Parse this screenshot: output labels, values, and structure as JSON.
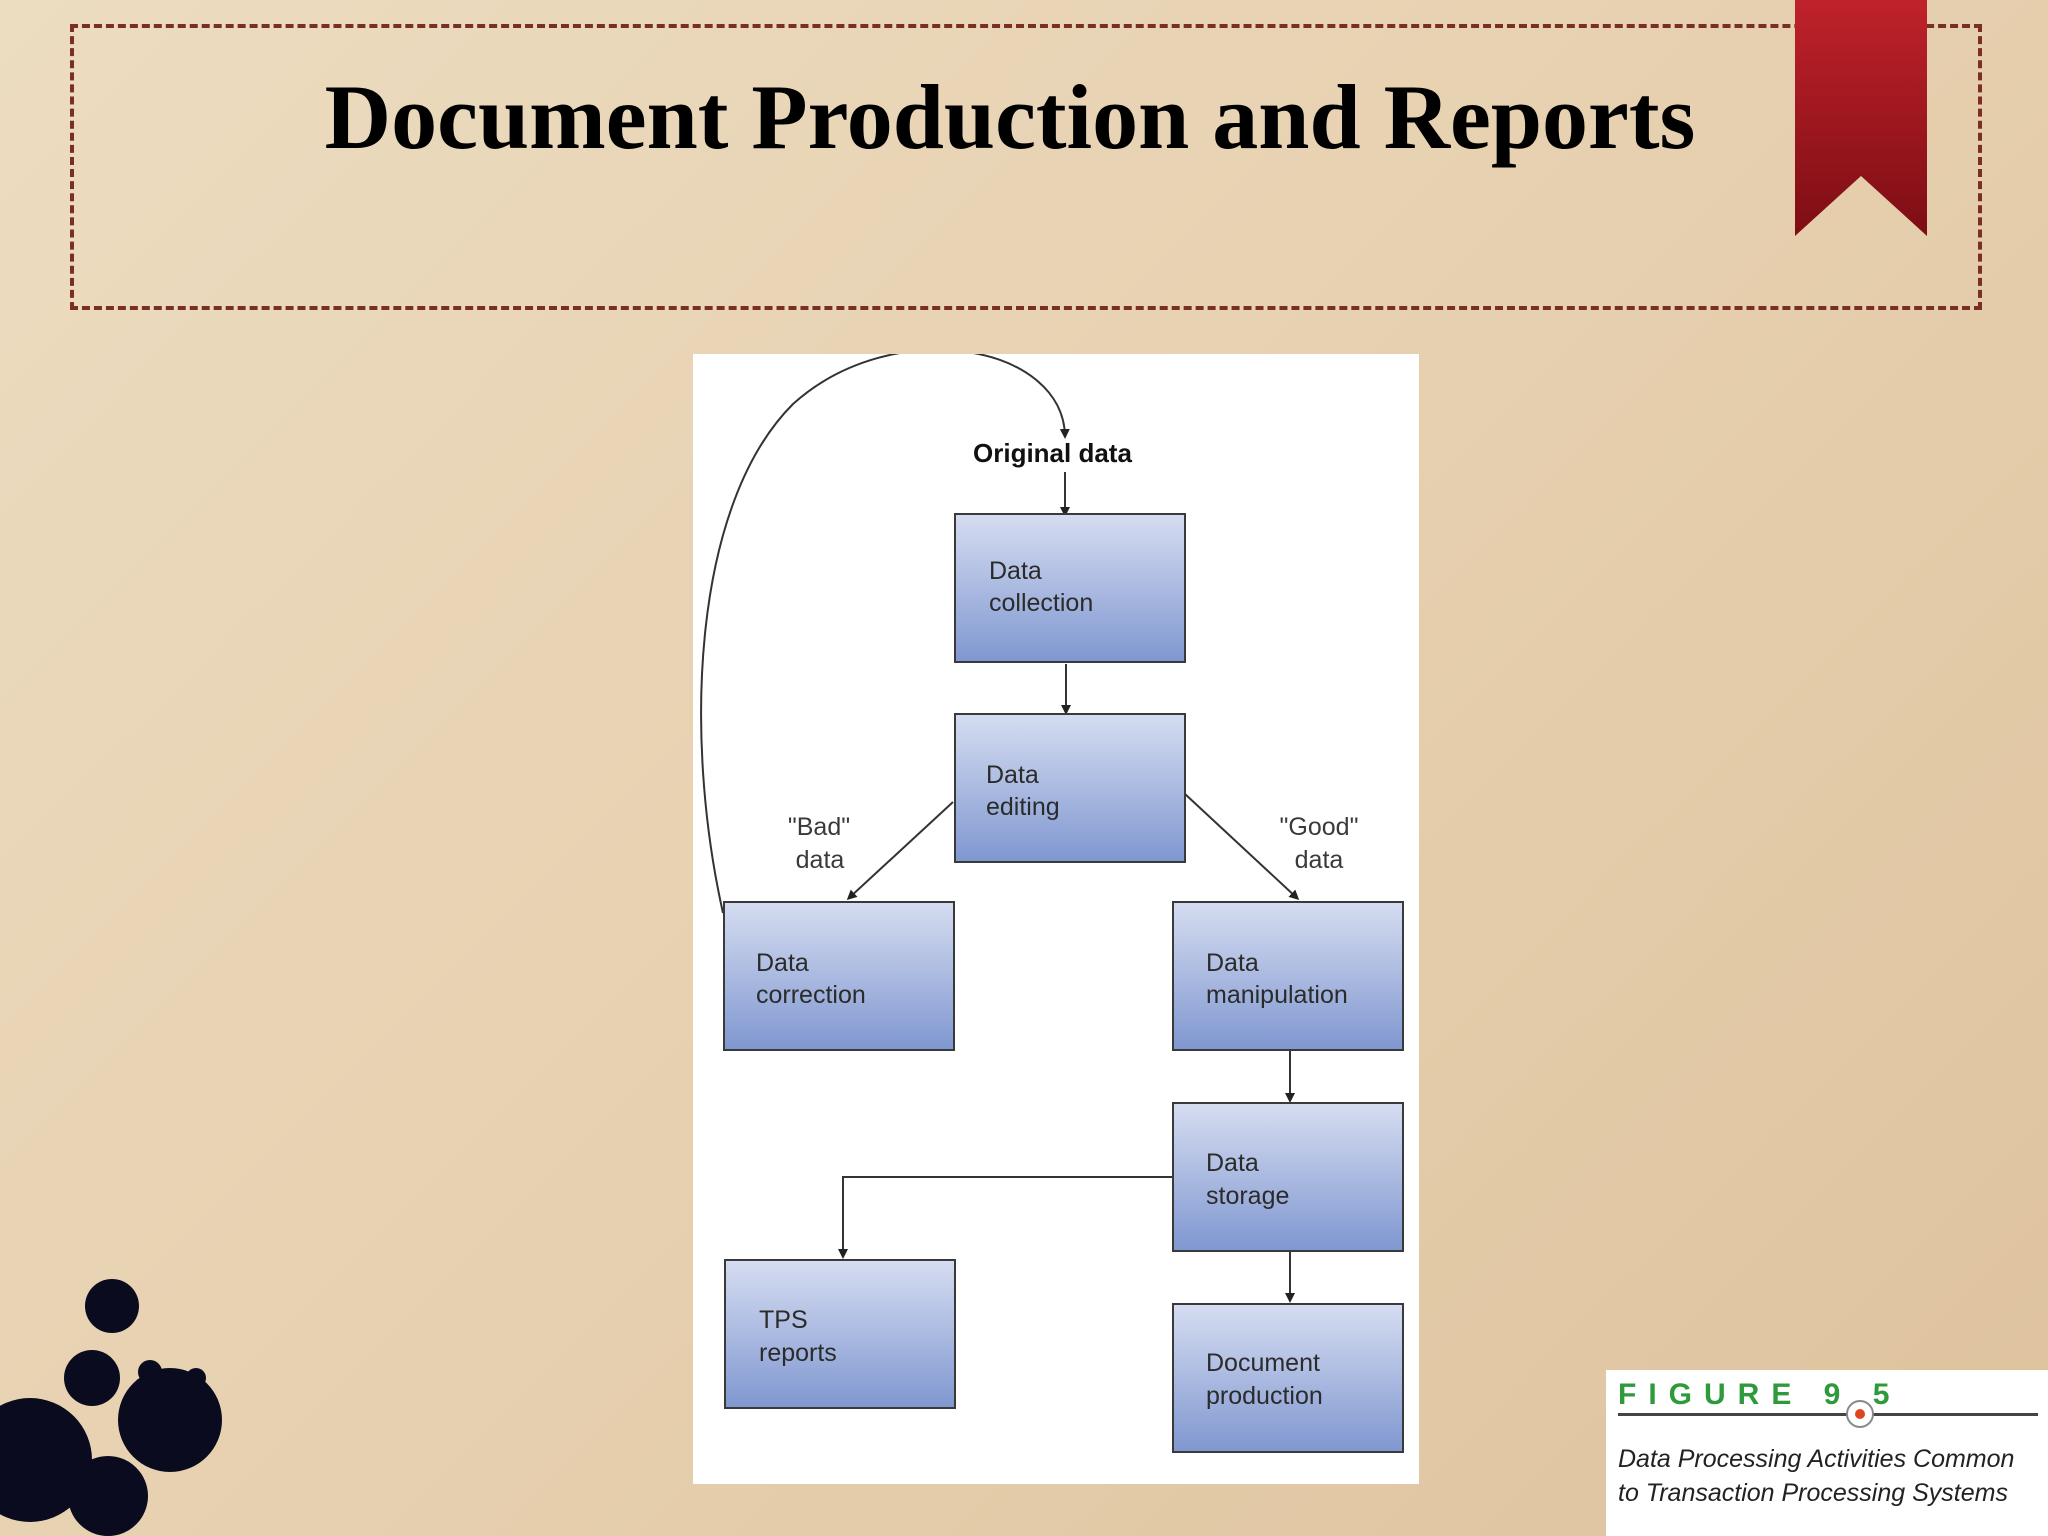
{
  "slide": {
    "title": "Document Production and Reports"
  },
  "diagram": {
    "start_label": "Original data",
    "boxes": {
      "collection": [
        "Data",
        "collection"
      ],
      "editing": [
        "Data",
        "editing"
      ],
      "correction": [
        "Data",
        "correction"
      ],
      "manipulation": [
        "Data",
        "manipulation"
      ],
      "storage": [
        "Data",
        "storage"
      ],
      "tps_reports": [
        "TPS",
        "reports"
      ],
      "document_production": [
        "Document",
        "production"
      ]
    },
    "branch_labels": {
      "bad": [
        "\"Bad\"",
        "data"
      ],
      "good": [
        "\"Good\"",
        "data"
      ]
    }
  },
  "figure": {
    "heading": "FIGURE 9 5",
    "caption_lines": [
      "Data Processing Activities Common",
      "to Transaction Processing Systems"
    ]
  },
  "colors": {
    "title_frame": "#7a2f24",
    "ribbon": "#a3141d",
    "box_top": "#c9d4ef",
    "box_bottom": "#7f97d0",
    "figure_accent": "#2e9a3c",
    "blot": "#0b0b1f"
  }
}
